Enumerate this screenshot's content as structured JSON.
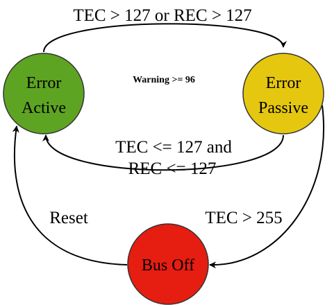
{
  "nodes": {
    "error_active": {
      "line1": "Error",
      "line2": "Active",
      "color": "#5ea423"
    },
    "error_passive": {
      "line1": "Error",
      "line2": "Passive",
      "color": "#e6c70f"
    },
    "bus_off": {
      "line1": "Bus Off",
      "color": "#e61d11"
    }
  },
  "edges": {
    "active_to_passive": "TEC > 127 or REC > 127",
    "passive_to_active_line1": "TEC <= 127 and",
    "passive_to_active_line2": "REC <= 127",
    "passive_to_busoff": "TEC > 255",
    "busoff_to_active": "Reset"
  },
  "annotations": {
    "warning": "Warning >= 96"
  }
}
